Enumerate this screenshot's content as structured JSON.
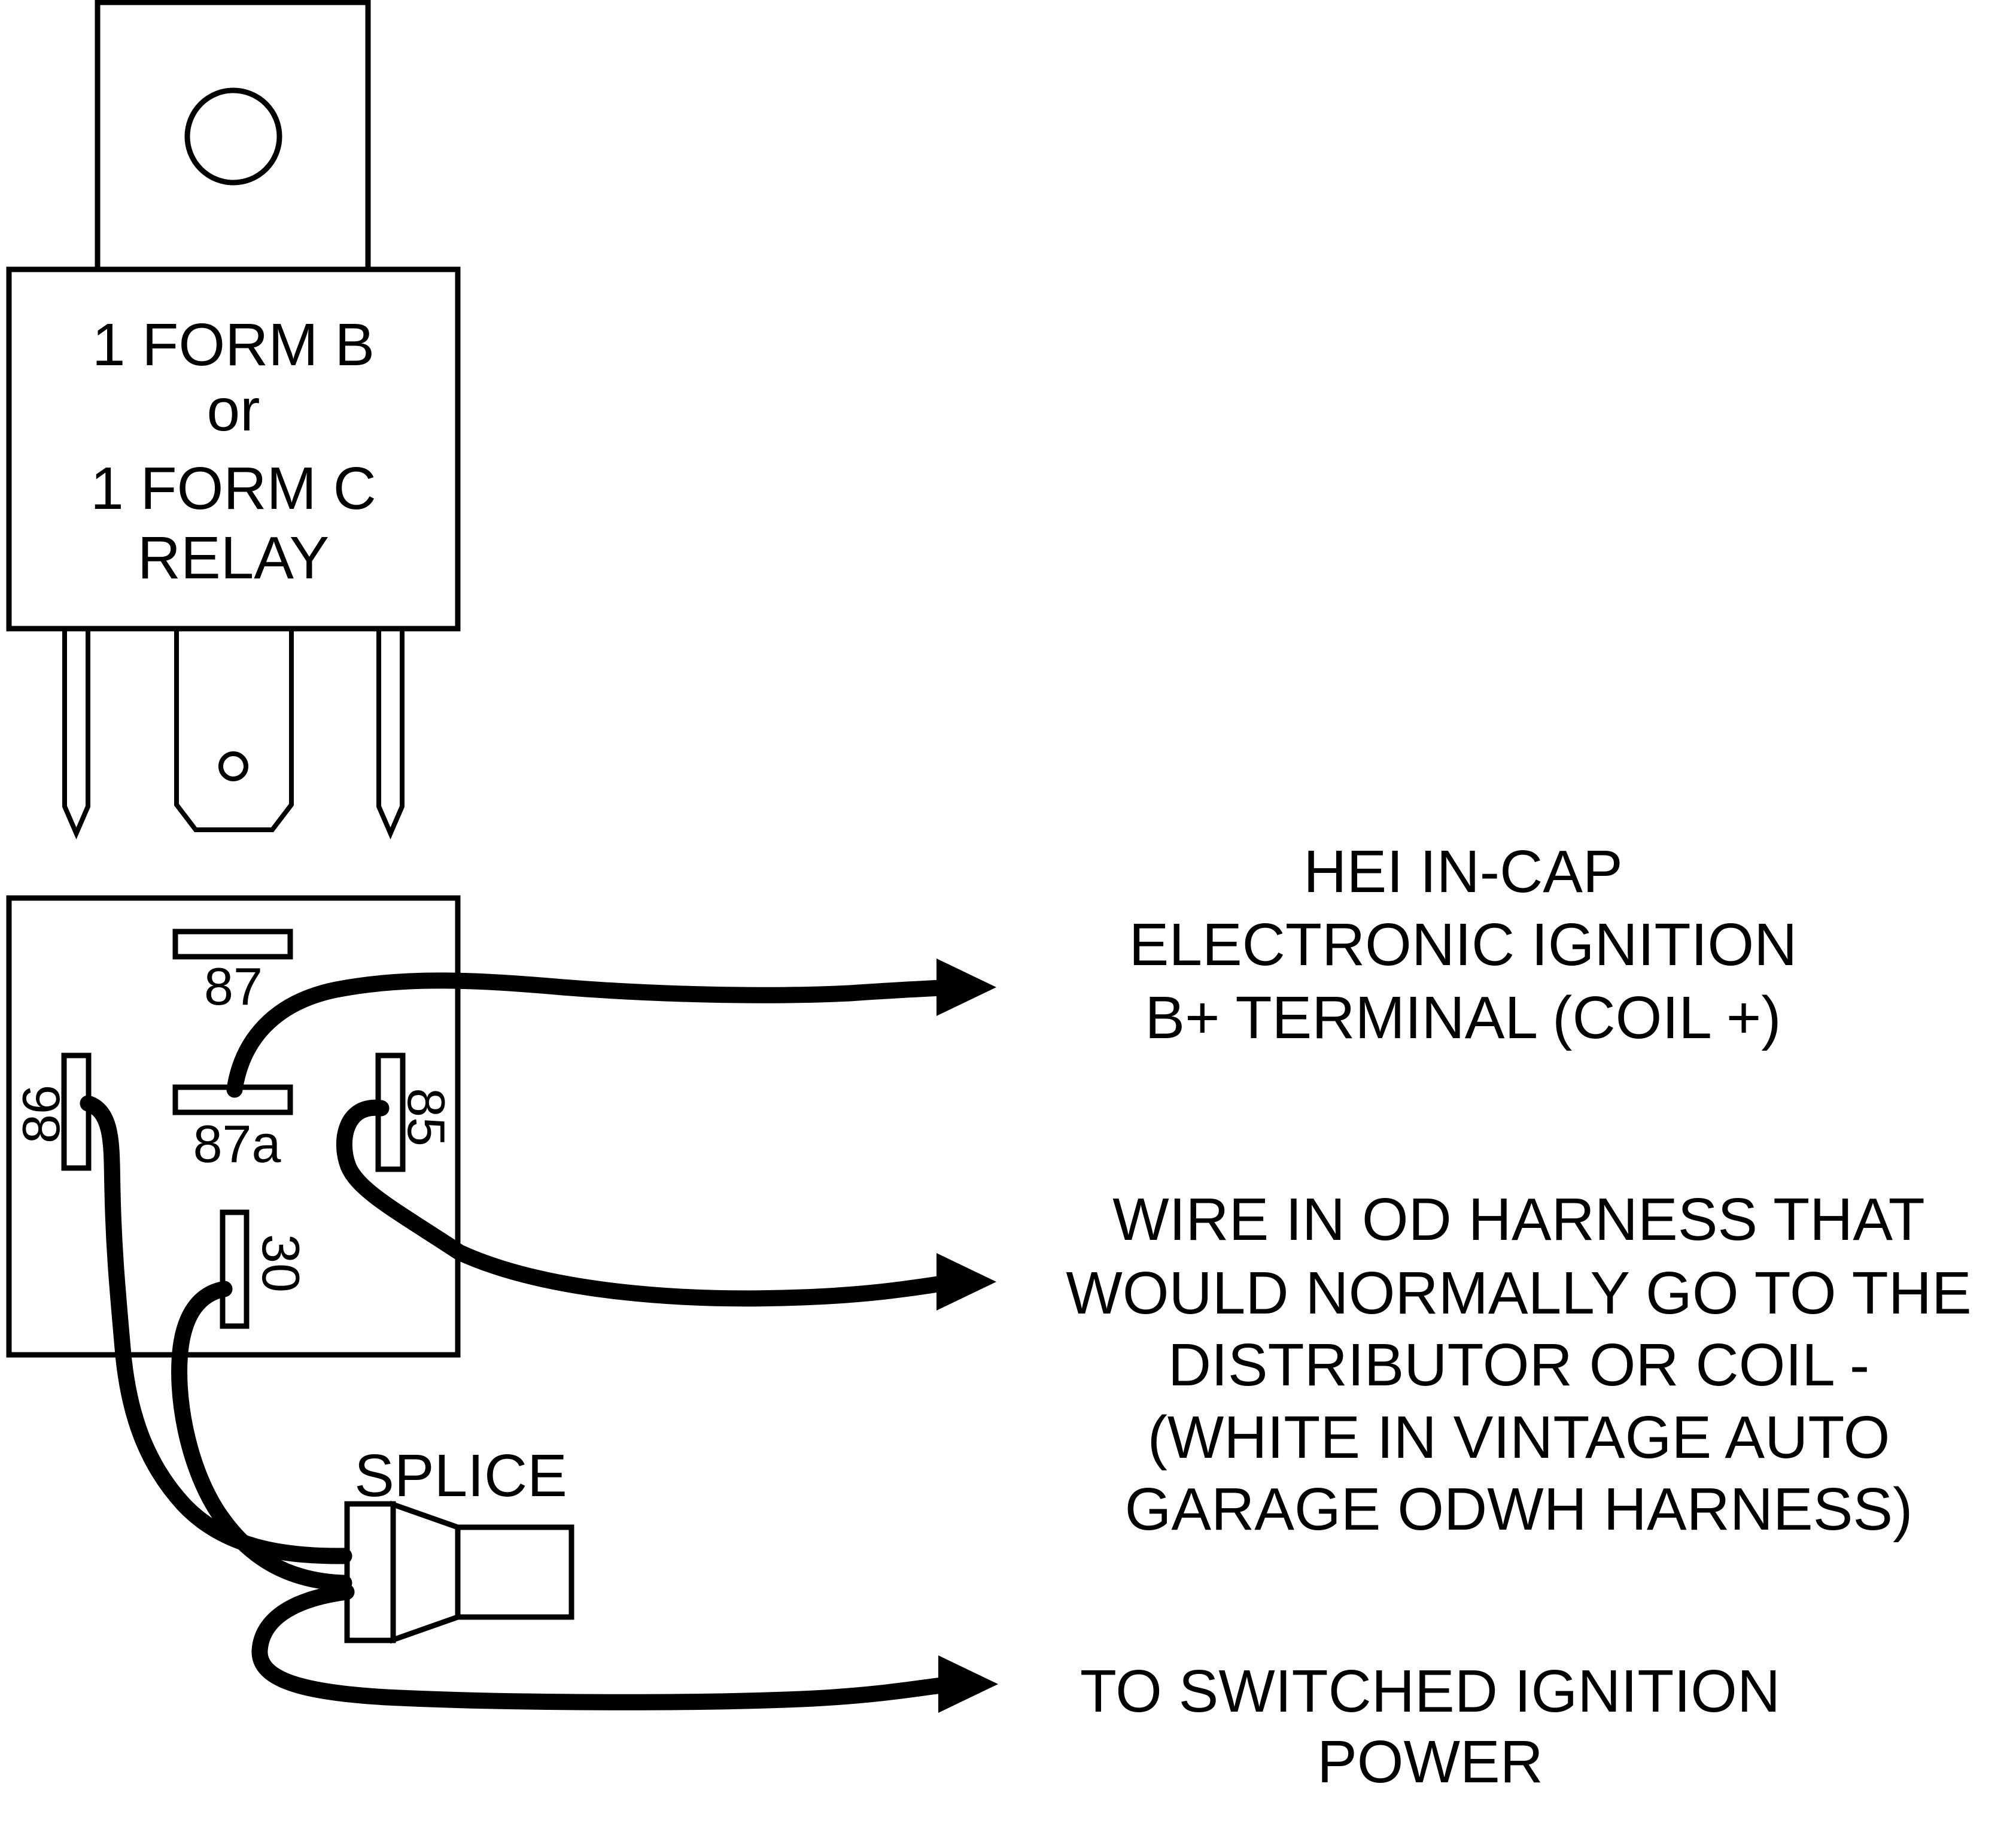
{
  "colors": {
    "ink": "#000000",
    "background": "#ffffff"
  },
  "relay": {
    "body_label_lines": [
      "1 FORM B",
      "or",
      "1 FORM C",
      "RELAY"
    ]
  },
  "pinout": {
    "terminals": {
      "t87": "87",
      "t87a": "87a",
      "t86": "86",
      "t85": "85",
      "t30": "30"
    }
  },
  "splice": {
    "label": "SPLICE"
  },
  "annotations": {
    "hei_ignition": {
      "lines": [
        "HEI IN-CAP",
        "ELECTRONIC IGNITION",
        "B+ TERMINAL (COIL +)"
      ]
    },
    "od_harness": {
      "lines": [
        "WIRE IN OD HARNESS THAT",
        "WOULD NORMALLY GO TO THE",
        "DISTRIBUTOR OR COIL -",
        "(WHITE IN VINTAGE AUTO",
        "GARAGE ODWH HARNESS)"
      ]
    },
    "switched_power": {
      "lines": [
        "TO SWITCHED IGNITION",
        "POWER"
      ]
    }
  }
}
